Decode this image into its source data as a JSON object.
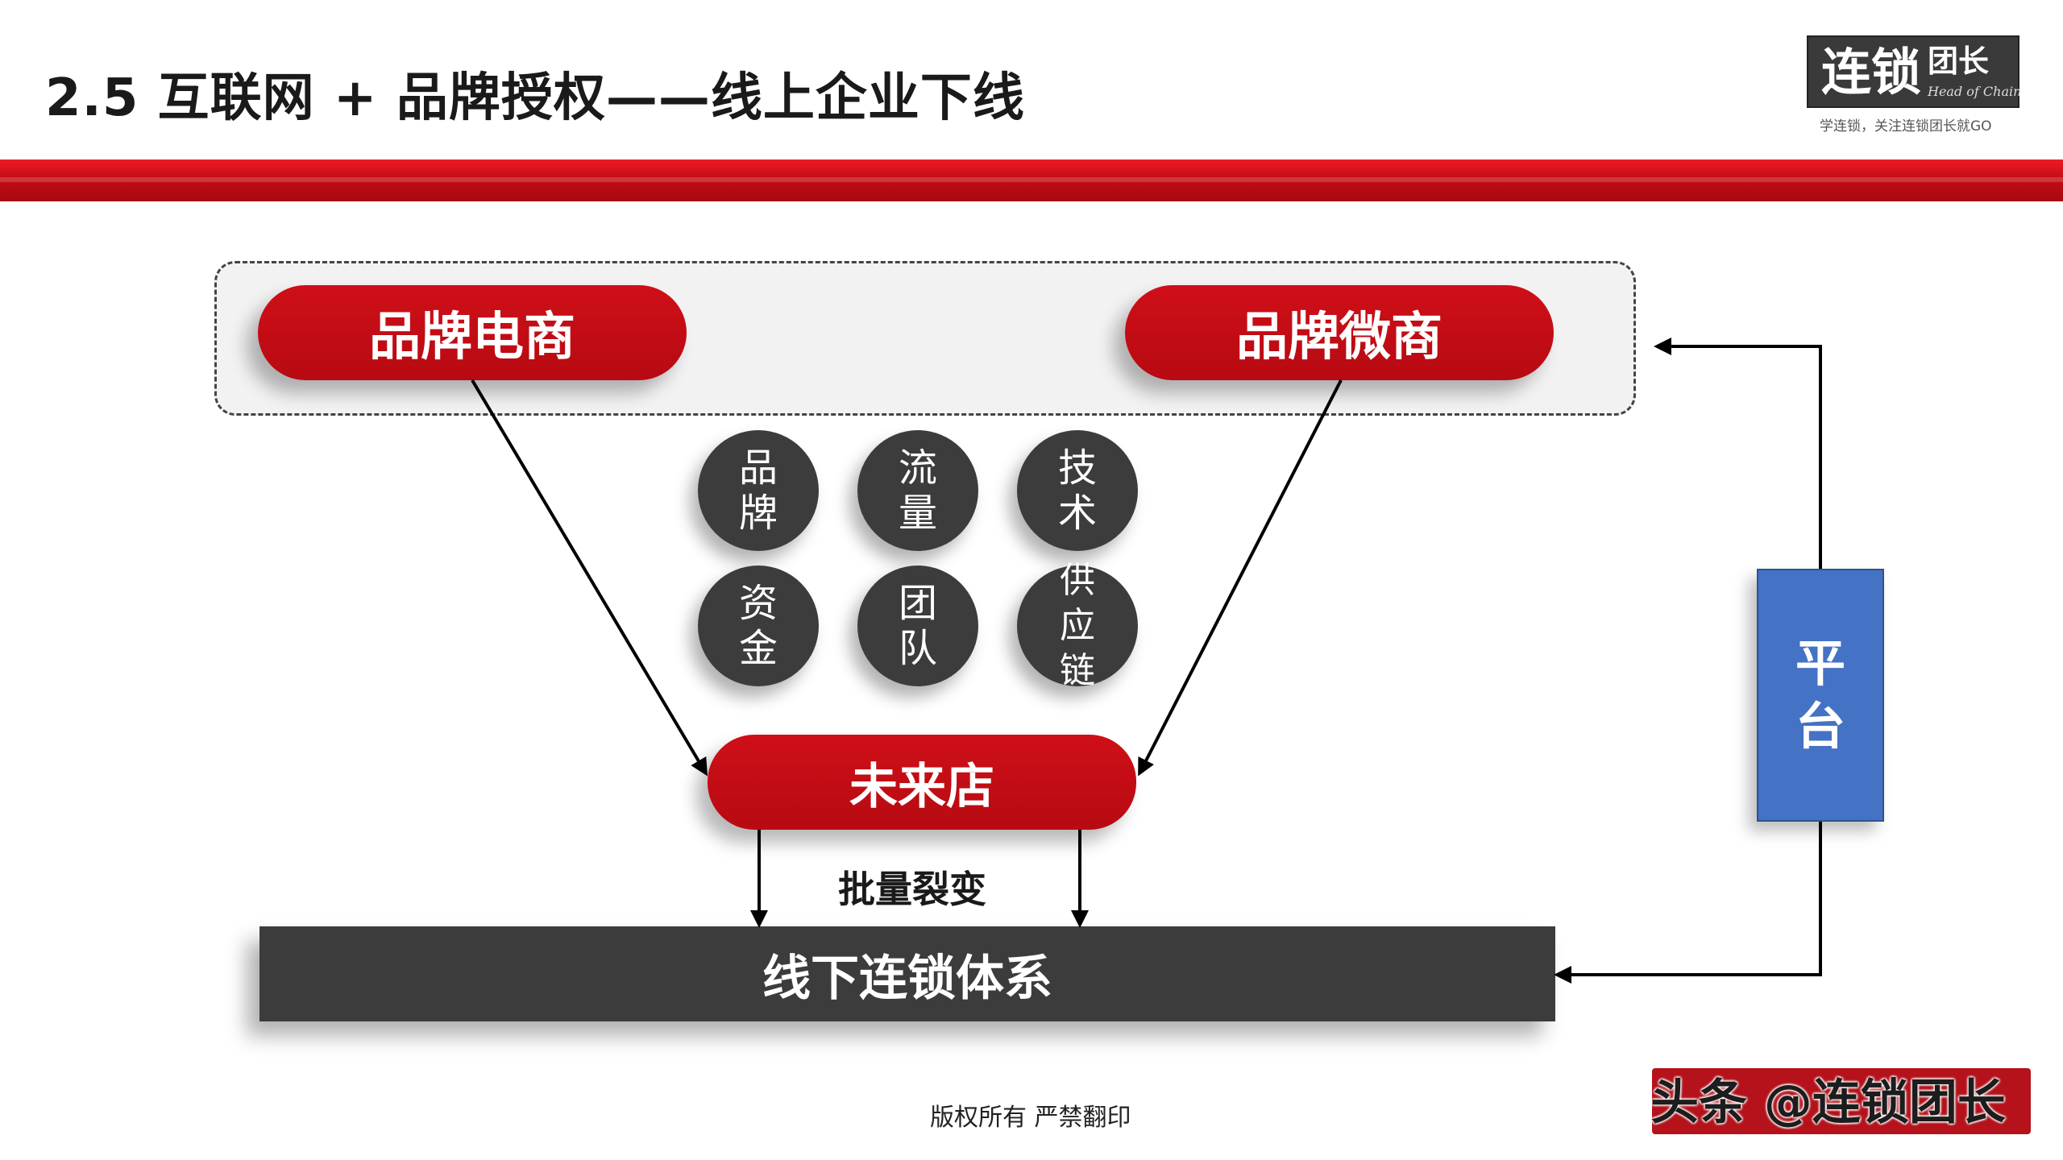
{
  "header": {
    "title": "2.5  互联网 + 品牌授权——线上企业下线",
    "logo_main": "连锁",
    "logo_side": "团长",
    "logo_en": "Head of Chain",
    "logo_tagline": "学连锁，关注连锁团长就GO"
  },
  "diagram": {
    "top_left": "品牌电商",
    "top_right": "品牌微商",
    "resources": [
      "品\n牌",
      "流\n量",
      "技\n术",
      "资\n金",
      "团\n队",
      "供\n应\n链"
    ],
    "center": "未来店",
    "fission": "批量裂变",
    "base": "线下连锁体系",
    "platform": "平\n台"
  },
  "footer": {
    "copyright": "版权所有  严禁翻印",
    "watermark": "头条 @连锁团长"
  },
  "colors": {
    "brand_red": "#c00d15",
    "dark": "#3c3c3c",
    "platform_blue": "#4472c4"
  }
}
